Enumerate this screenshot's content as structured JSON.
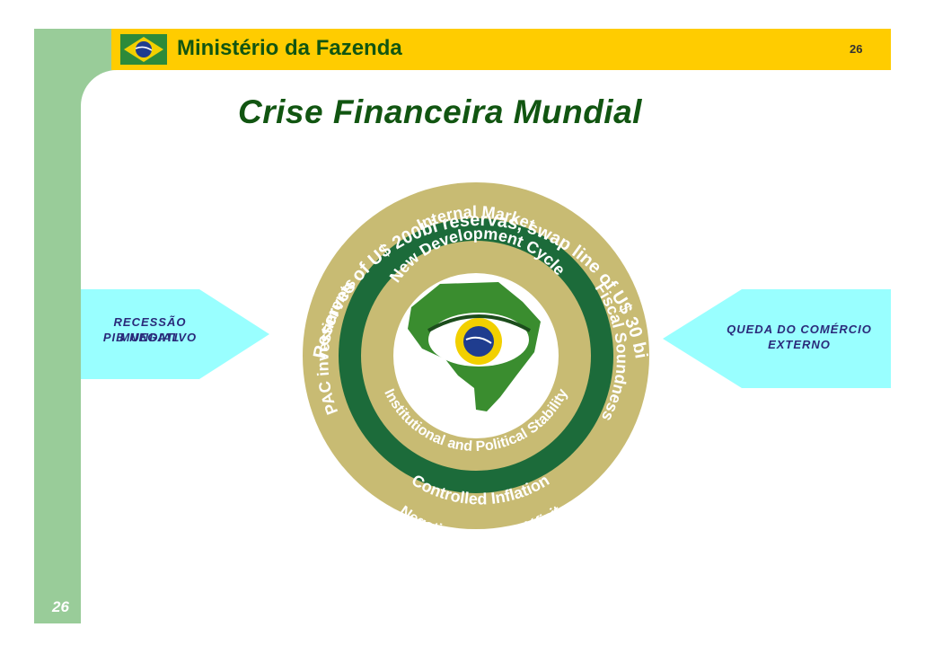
{
  "header": {
    "ministry": "Ministério da Fazenda",
    "page_number": "26"
  },
  "title": "Crise Financeira Mundial",
  "footer": {
    "page_number": "26"
  },
  "left_box": {
    "line1": "RECESSÃO MUNDIAL",
    "line2": "PIB NEGATIVO"
  },
  "right_box": {
    "line1": "QUEDA DO COMÉRCIO",
    "line2": "EXTERNO"
  },
  "rings": {
    "outer_top": "Reserves of U$ 200bi reservas, swap line of U$ 30 bi",
    "outer_bottom": "Negative external déficit",
    "middle_left": "PAC investiments",
    "middle_top": "Internal Market",
    "middle_right": "Fiscal Soundness",
    "middle_bottom": "Controlled Inflation",
    "inner_top": "New Development Cycle",
    "inner_bottom": "Institutional and Political Stability"
  },
  "colors": {
    "header_yellow": "#ffcc00",
    "stripe_green": "#99cc99",
    "text_green": "#115511",
    "ring_khaki": "#c8bb73",
    "ring_green": "#1c6b3a",
    "arrow_cyan": "#99ffff"
  }
}
